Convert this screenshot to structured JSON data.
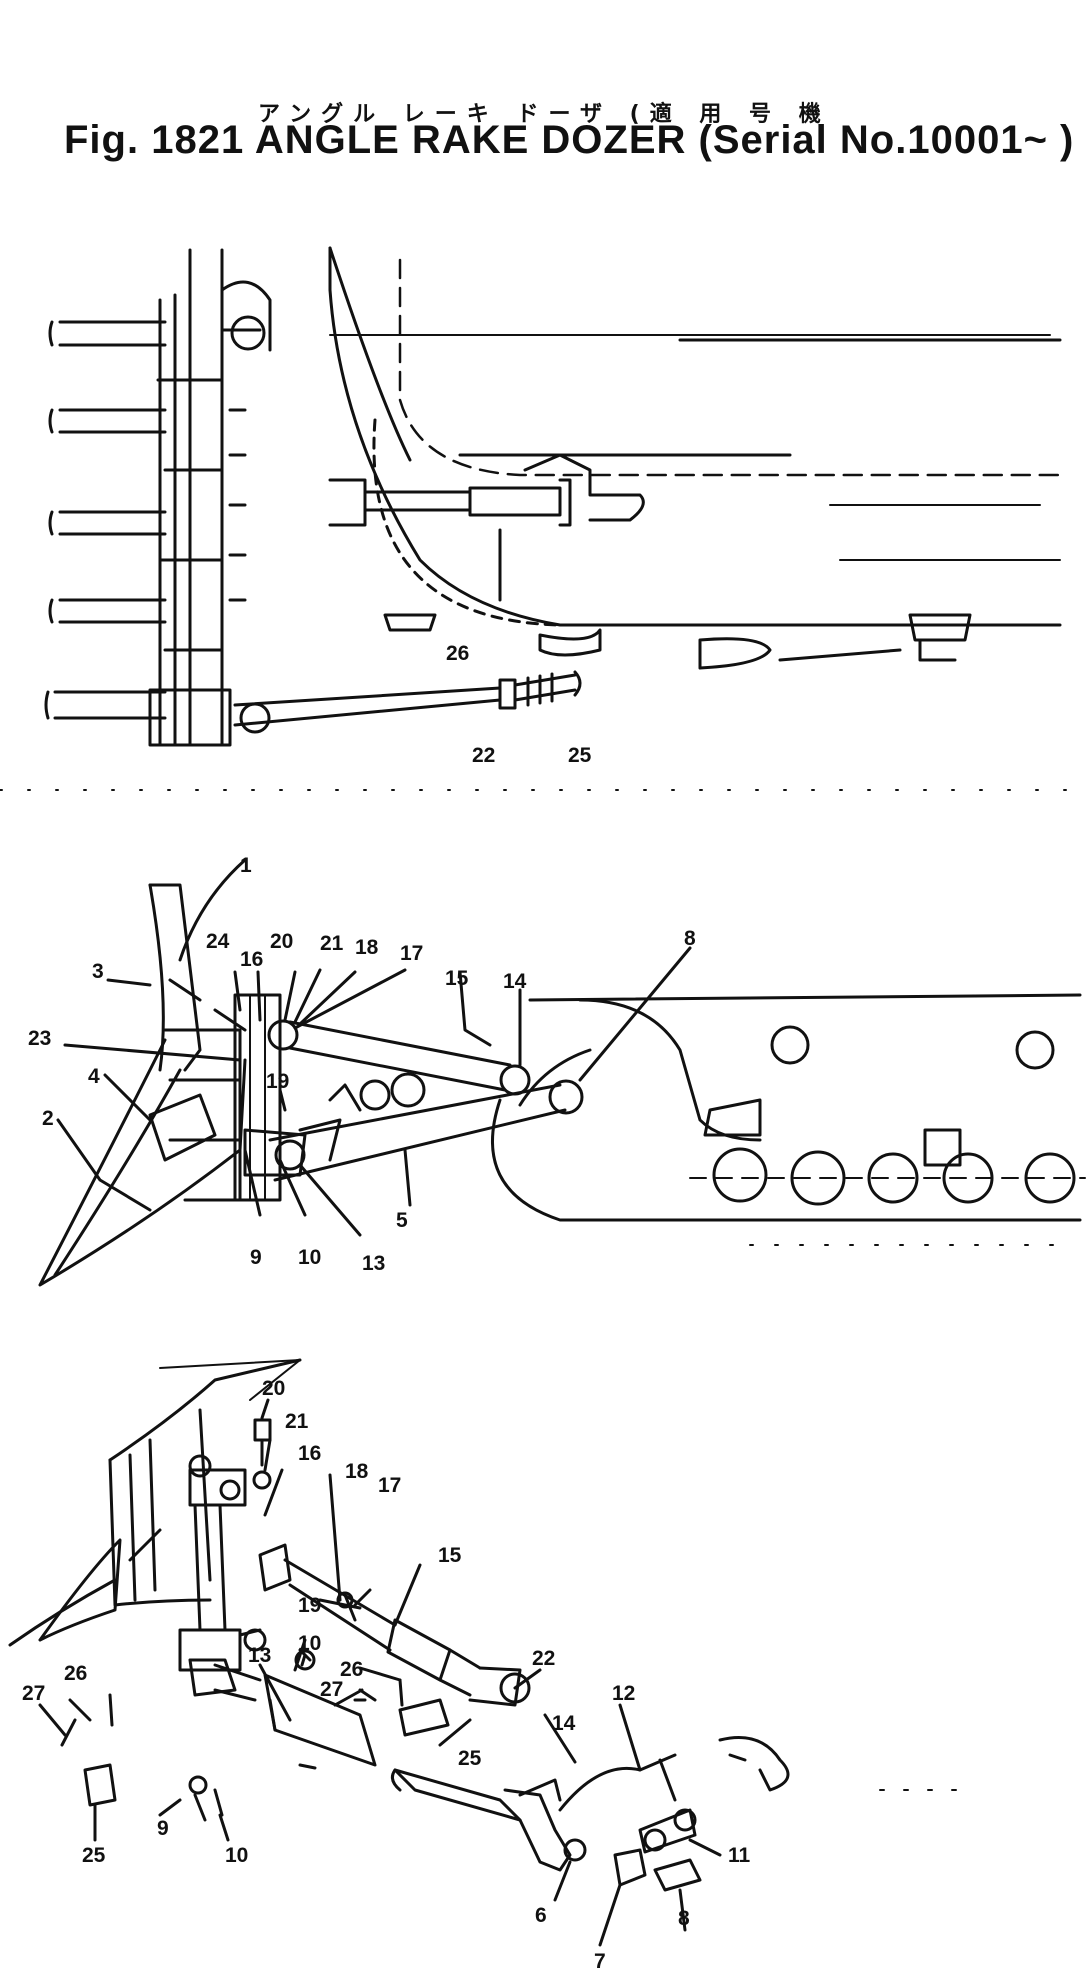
{
  "header": {
    "kana": "アングル レーキ ドーザ (適 用 号 機",
    "title": "Fig. 1821  ANGLE RAKE DOZER (Serial No.10001~     )"
  },
  "callouts": {
    "top": [
      "26",
      "22",
      "25"
    ],
    "middle": [
      "1",
      "24",
      "16",
      "20",
      "21",
      "18",
      "17",
      "15",
      "14",
      "8",
      "3",
      "23",
      "19",
      "4",
      "2",
      "9",
      "10",
      "13",
      "5"
    ],
    "bottom": [
      "20",
      "21",
      "16",
      "18",
      "17",
      "15",
      "19",
      "10",
      "13",
      "26",
      "27",
      "22",
      "26",
      "27",
      "12",
      "14",
      "25",
      "9",
      "10",
      "25",
      "11",
      "6",
      "7",
      "8"
    ]
  }
}
